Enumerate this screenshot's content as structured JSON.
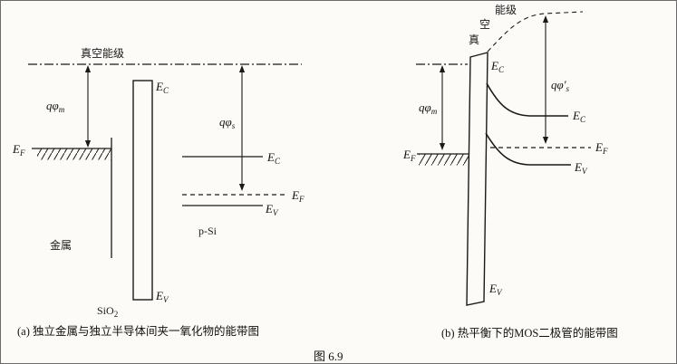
{
  "figure": {
    "caption_a": "(a)  独立金属与独立半导体间夹一氧化物的能带图",
    "caption_b": "(b)  热平衡下的MOS二极管的能带图",
    "number": "图 6.9"
  },
  "panel_a": {
    "vacuum_label": "真空能级",
    "metal_label": "金属",
    "semiconductor_label": "p-Si",
    "oxide_label": {
      "base": "SiO",
      "sub": "2"
    },
    "ef_metal": {
      "base": "E",
      "sub": "F"
    },
    "ec_oxide": {
      "base": "E",
      "sub": "C"
    },
    "ev_oxide": {
      "base": "E",
      "sub": "V"
    },
    "ec_semi": {
      "base": "E",
      "sub": "C"
    },
    "ef_semi": {
      "base": "E",
      "sub": "F"
    },
    "ev_semi": {
      "base": "E",
      "sub": "V"
    },
    "work_function_metal": {
      "base": "qφ",
      "sub": "m"
    },
    "work_function_semi": {
      "base": "qφ",
      "sub": "s"
    }
  },
  "panel_b": {
    "vacuum_label_char1": "真",
    "vacuum_label_char2": "空",
    "vacuum_label_tail": "能级",
    "ef_metal": {
      "base": "E",
      "sub": "F"
    },
    "ec_oxide": {
      "base": "E",
      "sub": "C"
    },
    "ev_oxide": {
      "base": "E",
      "sub": "V"
    },
    "ec_semi": {
      "base": "E",
      "sub": "C"
    },
    "ef_semi": {
      "base": "E",
      "sub": "F"
    },
    "ev_semi": {
      "base": "E",
      "sub": "V"
    },
    "work_function_metal": {
      "base": "qφ",
      "sub": "m"
    },
    "work_function_semi": {
      "base": "qφ′",
      "sub": "s"
    }
  }
}
